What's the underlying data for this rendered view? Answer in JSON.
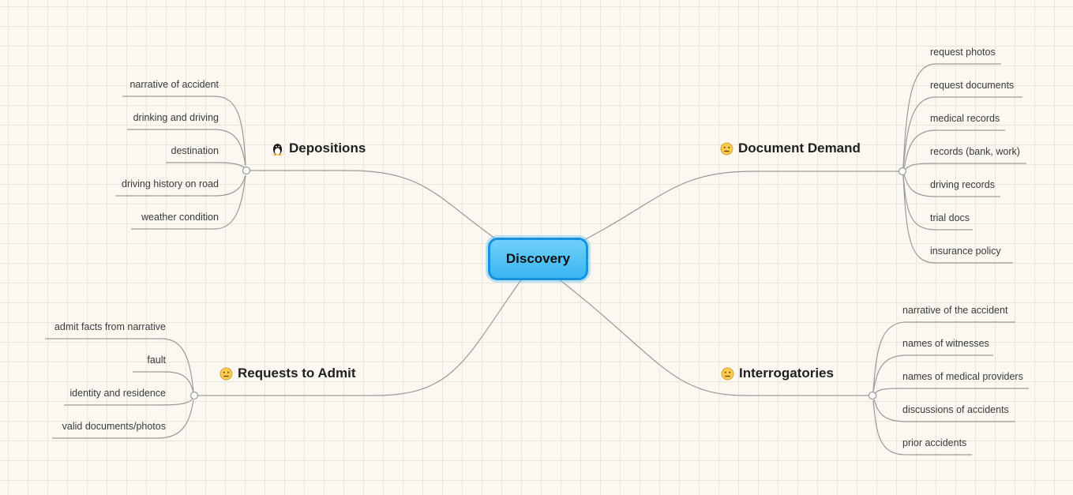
{
  "map": {
    "root": {
      "label": "Discovery"
    },
    "branches": [
      {
        "label": "Depositions",
        "icon": "penguin",
        "children": [
          "narrative of accident",
          "drinking and driving",
          "destination",
          "driving history on road",
          "weather condition"
        ]
      },
      {
        "label": "Document Demand",
        "icon": "neutral-face",
        "children": [
          "request photos",
          "request documents",
          "medical records",
          "records (bank, work)",
          "driving records",
          "trial docs",
          "insurance policy"
        ]
      },
      {
        "label": "Requests to Admit",
        "icon": "neutral-face",
        "children": [
          "admit facts from narrative",
          "fault",
          "identity and residence",
          "valid documents/photos"
        ]
      },
      {
        "label": "Interrogatories",
        "icon": "neutral-face",
        "children": [
          "narrative of the accident",
          "names of witnesses",
          "names of medical providers",
          "discussions of accidents",
          "prior accidents"
        ]
      }
    ],
    "colors": {
      "root_fill": "#4ec1f5",
      "root_border": "#1591dd",
      "connector": "#9a9a9a",
      "background": "#faf8f1",
      "grid_line": "#eae7da"
    }
  }
}
